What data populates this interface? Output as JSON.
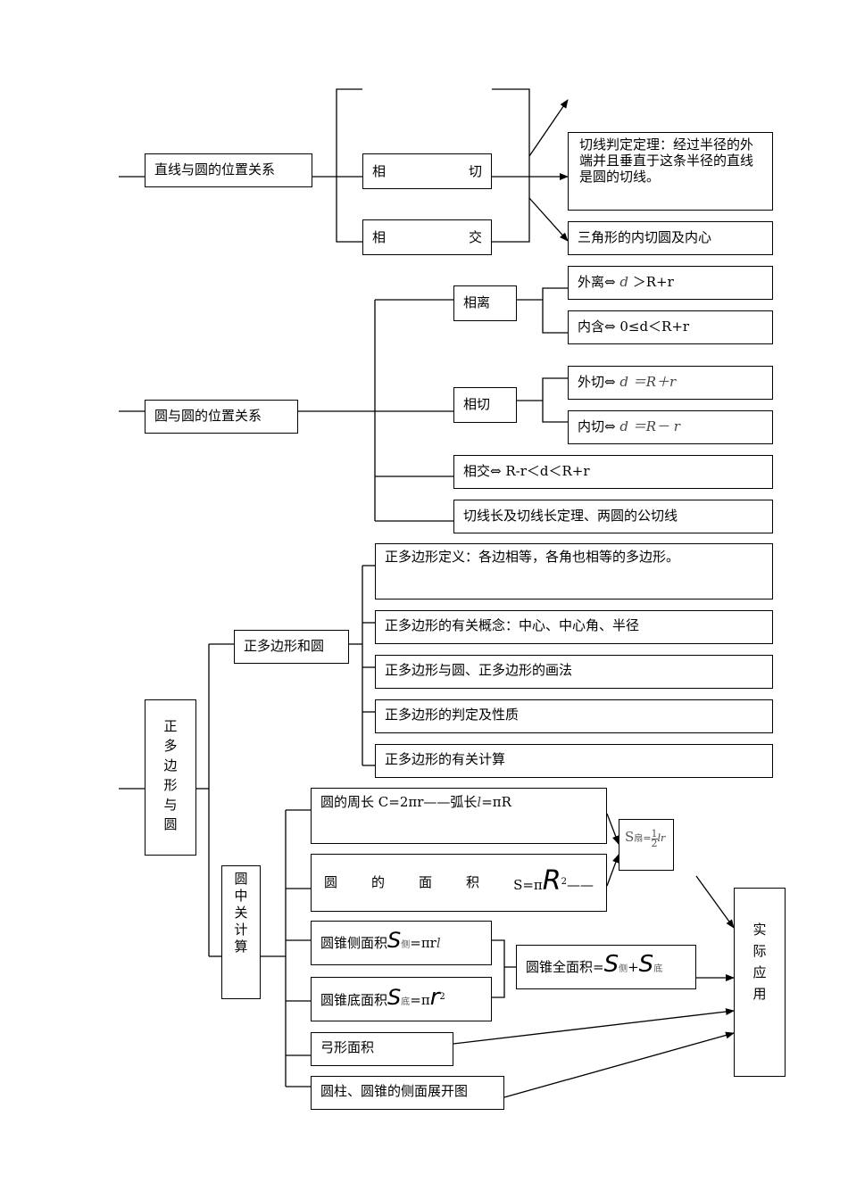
{
  "section1": {
    "title": "直线与圆的位置关系",
    "tangent": {
      "c1": "相",
      "c2": "切"
    },
    "intersect": {
      "c1": "相",
      "c2": "交"
    },
    "tangent_theorem": "切线判定定理：经过半径的外端并且垂直于这条半径的直线是圆的切线。",
    "incircle": "三角形的内切圆及内心"
  },
  "section2": {
    "title": "圆与圆的位置关系",
    "separate": "相离",
    "external_separate": {
      "label": "外离⇔",
      "d": "d",
      "rel": "＞R+r"
    },
    "internal_contain": "内含⇔ 0≤d＜R+r",
    "tangent": "相切",
    "external_tangent": {
      "label": "外切⇔",
      "formula": "d ＝R＋r"
    },
    "internal_tangent": {
      "label": "内切⇔",
      "formula": "d ＝R－ r"
    },
    "intersect": "相交⇔ R-r＜d＜R+r",
    "common_tangent": "切线长及切线长定理、两圆的公切线"
  },
  "section3": {
    "title_chars": [
      "正",
      "多",
      "边",
      "形",
      "与",
      "圆"
    ],
    "polygon_circle": "正多边形和圆",
    "def": "正多边形定义：各边相等，各角也相等的多边形。",
    "concepts": "正多边形的有关概念：中心、中心角、半径",
    "drawing": "正多边形与圆、正多边形的画法",
    "judge": "正多边形的判定及性质",
    "calc": "正多边形的有关计算",
    "circle_calc_chars": [
      "圆",
      "中",
      "关",
      "计",
      "算"
    ],
    "circumference": {
      "text": "圆的周长 C=2πr——弧长",
      "l": "l",
      "eq": "=",
      "tail": "πR"
    },
    "area": {
      "c1": "圆",
      "c2": "的",
      "c3": "面",
      "c4": "积",
      "prefix": "S=π",
      "R": "R",
      "exp": "2",
      "dash": "——"
    },
    "sector": {
      "S": "S",
      "sub": "扇",
      "eq": "=",
      "frac_num": "1",
      "frac_den": "2",
      "lr": "lr"
    },
    "cone_side": {
      "label": "圆锥侧面积",
      "S": "S",
      "sub": "侧",
      "rest": "=πr",
      "l": "l"
    },
    "cone_base": {
      "label": "圆锥底面积",
      "S": "S",
      "sub": "底",
      "rest": "=π",
      "r": "r",
      "exp": "2"
    },
    "cone_total": {
      "label": "圆锥全面积=",
      "S1": "S",
      "sub1": "侧",
      "plus": "+",
      "S2": "S",
      "sub2": "底"
    },
    "bow": "弓形面积",
    "unfold": "圆柱、圆锥的侧面展开图",
    "application_chars": [
      "实",
      "际",
      "应",
      "用"
    ]
  }
}
